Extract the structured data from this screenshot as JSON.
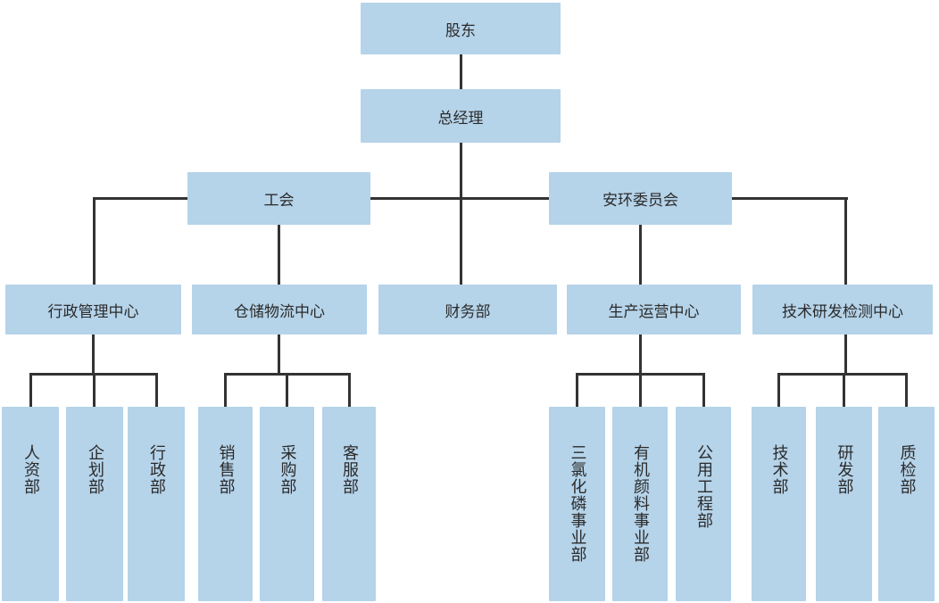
{
  "colors": {
    "box_fill": "#b5d3e9",
    "line": "#333333",
    "text": "#2b2b2b",
    "background": "#ffffff"
  },
  "org": {
    "root": {
      "label": "股东"
    },
    "general_manager": {
      "label": "总经理"
    },
    "committees": [
      {
        "label": "工会"
      },
      {
        "label": "安环委员会"
      }
    ],
    "centers": [
      {
        "label": "行政管理中心"
      },
      {
        "label": "仓储物流中心"
      },
      {
        "label": "财务部"
      },
      {
        "label": "生产运营中心"
      },
      {
        "label": "技术研发检测中心"
      }
    ],
    "departments": {
      "admin": [
        {
          "label": "人资部"
        },
        {
          "label": "企划部"
        },
        {
          "label": "行政部"
        }
      ],
      "logistics": [
        {
          "label": "销售部"
        },
        {
          "label": "采购部"
        },
        {
          "label": "客服部"
        }
      ],
      "production": [
        {
          "label": "三氯化磷事业部"
        },
        {
          "label": "有机颜料事业部"
        },
        {
          "label": "公用工程部"
        }
      ],
      "tech": [
        {
          "label": "技术部"
        },
        {
          "label": "研发部"
        },
        {
          "label": "质检部"
        }
      ]
    }
  }
}
